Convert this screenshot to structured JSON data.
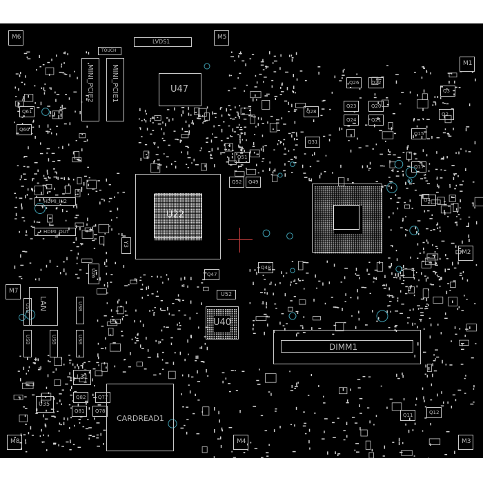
{
  "colors": {
    "background": "#000000",
    "outline": "#c8c8c8",
    "pad": "#d2d2d2",
    "label": "#b9b9b9",
    "via": "#3e9fb2",
    "marker": "#d04040"
  },
  "mount_holes": {
    "m6": "M6",
    "m5": "M5",
    "m1": "M1",
    "m7": "M7",
    "m2": "M2",
    "m8": "M8",
    "m4": "M4",
    "m3": "M3"
  },
  "chips": {
    "u47": "U47",
    "u22": "U22",
    "u40": "U40",
    "dimm1": "DIMM1",
    "cardreader": "CARDREAD1",
    "mini_pcie2": "MINI_PCIE2",
    "mini_pcie1": "MINI_PCIE1",
    "lvds": "LVDS1",
    "touch": "TOUCH",
    "lan": "LAN",
    "u35": "U35",
    "u52": "U52",
    "l31": "L31",
    "y3": "Y3",
    "u26": "U26"
  },
  "connectors": {
    "hdmi_in": "HDMI_IN2",
    "hdmi_out": "HDMI_OUT",
    "usb_a": "USB",
    "usb_b": "USB",
    "usb_c": "USB",
    "usb_d": "USB",
    "usb_e": "USB"
  },
  "transistors": [
    "Q61",
    "Q60",
    "Q26",
    "Q22",
    "Q23",
    "Q28",
    "Q20",
    "Q24",
    "Q21",
    "Q31",
    "Q3",
    "Q15",
    "Q17",
    "Q51",
    "Q52",
    "Q49",
    "Q48",
    "Q47",
    "Q82",
    "Q77",
    "Q81",
    "Q78",
    "Q11",
    "Q12",
    "Q2",
    "Q4"
  ]
}
